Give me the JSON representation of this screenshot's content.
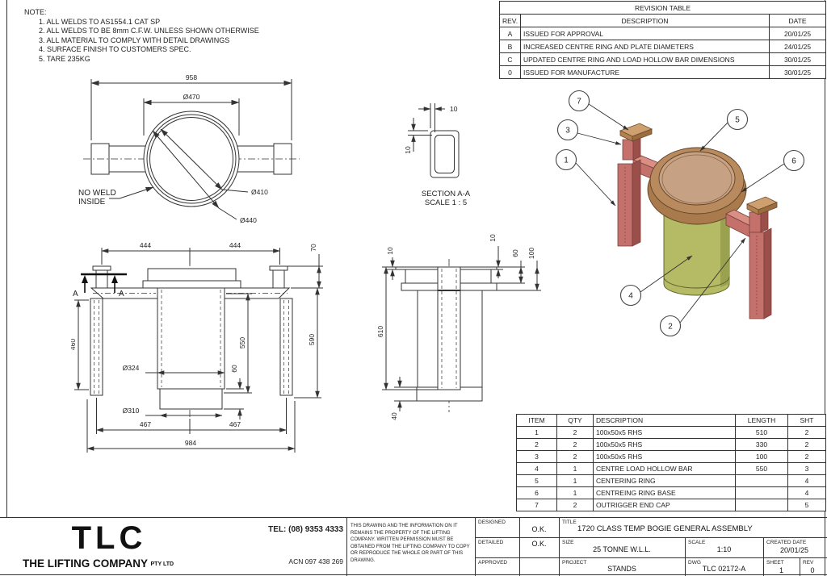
{
  "notes": {
    "title": "NOTE:",
    "items": [
      "1. ALL WELDS TO AS1554.1 CAT SP",
      "2. ALL WELDS TO BE 8mm C.F.W. UNLESS SHOWN OTHERWISE",
      "3. ALL MATERIAL TO COMPLY WITH DETAIL DRAWINGS",
      "4. SURFACE FINISH TO CUSTOMERS SPEC.",
      "5. TARE 235KG"
    ]
  },
  "revision_table": {
    "title": "REVISION TABLE",
    "headers": [
      "REV.",
      "DESCRIPTION",
      "DATE"
    ],
    "rows": [
      [
        "A",
        "ISSUED FOR APPROVAL",
        "20/01/25"
      ],
      [
        "B",
        "INCREASED CENTRE RING AND PLATE DIAMETERS",
        "24/01/25"
      ],
      [
        "C",
        "UPDATED CENTRE RING AND LOAD HOLLOW BAR DIMENSIONS",
        "30/01/25"
      ],
      [
        "0",
        "ISSUED FOR MANUFACTURE",
        "30/01/25"
      ]
    ]
  },
  "item_table": {
    "headers": [
      "ITEM",
      "QTY",
      "DESCRIPTION",
      "LENGTH",
      "SHT"
    ],
    "rows": [
      [
        "1",
        "2",
        "100x50x5 RHS",
        "510",
        "2"
      ],
      [
        "2",
        "2",
        "100x50x5 RHS",
        "330",
        "2"
      ],
      [
        "3",
        "2",
        "100x50x5 RHS",
        "100",
        "2"
      ],
      [
        "4",
        "1",
        "CENTRE LOAD HOLLOW BAR",
        "550",
        "3"
      ],
      [
        "5",
        "1",
        "CENTERING RING",
        "",
        "4"
      ],
      [
        "6",
        "1",
        "CENTREING RING BASE",
        "",
        "4"
      ],
      [
        "7",
        "2",
        "OUTRIGGER END CAP",
        "",
        "5"
      ]
    ]
  },
  "views": {
    "top": {
      "d958": "958",
      "d470": "Ø470",
      "d410": "Ø410",
      "d440": "Ø440",
      "no_weld_line1": "NO WELD",
      "no_weld_line2": "INSIDE"
    },
    "section": {
      "label": "SECTION A-A",
      "scale": "SCALE 1 : 5",
      "d10a": "10",
      "d10b": "10"
    },
    "front": {
      "d444l": "444",
      "d444r": "444",
      "d70": "70",
      "d460": "460",
      "d550": "550",
      "d590": "590",
      "d60": "60",
      "d324": "Ø324",
      "d310": "Ø310",
      "d467l": "467",
      "d467r": "467",
      "d984": "984",
      "section_label": "A"
    },
    "side": {
      "d10l": "10",
      "d10r": "10",
      "d60": "60",
      "d100": "100",
      "d610": "610",
      "d40": "40"
    },
    "iso": {
      "balloons": [
        "1",
        "2",
        "3",
        "4",
        "5",
        "6",
        "7"
      ]
    }
  },
  "title_block": {
    "logo": "TLC",
    "company": "THE LIFTING COMPANY",
    "company_suffix": "PTY LTD",
    "tel": "TEL: (08) 9353 4333",
    "acn": "ACN 097 438 269",
    "disclaimer": "THIS DRAWING AND THE INFORMATION ON IT REMAINS THE PROPERTY OF THE LIFTING COMPANY. WRITTEN PERMISSION MUST BE OBTAINED FROM THE LIFTING COMPANY TO COPY OR REPRODUCE THE WHOLE OR PART OF THIS DRAWING.",
    "designed_label": "DESIGNED",
    "designed": "O.K.",
    "detailed_label": "DETAILED",
    "detailed": "O.K.",
    "approved_label": "APPROVED",
    "approved": "",
    "title_label": "TITLE",
    "title": "1720 CLASS TEMP BOGIE GENERAL ASSEMBLY",
    "size_label": "SIZE",
    "size": "25 TONNE W.L.L.",
    "scale_label": "SCALE",
    "scale": "1:10",
    "created_label": "CREATED DATE",
    "created": "20/01/25",
    "project_label": "PROJECT",
    "project": "STANDS",
    "dwg_label": "DWG",
    "dwg": "TLC 02172-A",
    "sheet_label": "SHEET",
    "sheet": "1",
    "rev_label": "REV",
    "rev": "0"
  },
  "colors": {
    "line": "#333333",
    "leg_front": "#c4706b",
    "leg_side": "#9a4f4a",
    "arm_top": "#d98f84",
    "cap_top": "#cfa06f",
    "cap_front": "#b3814f",
    "cap_side": "#9a6c3e",
    "ring_base": "#a97a4c",
    "ring_band": "#b98a5e",
    "ring_inner": "#c7a183",
    "cyl_green": "#b5ba64",
    "cyl_green_dark": "#9aa14f"
  }
}
